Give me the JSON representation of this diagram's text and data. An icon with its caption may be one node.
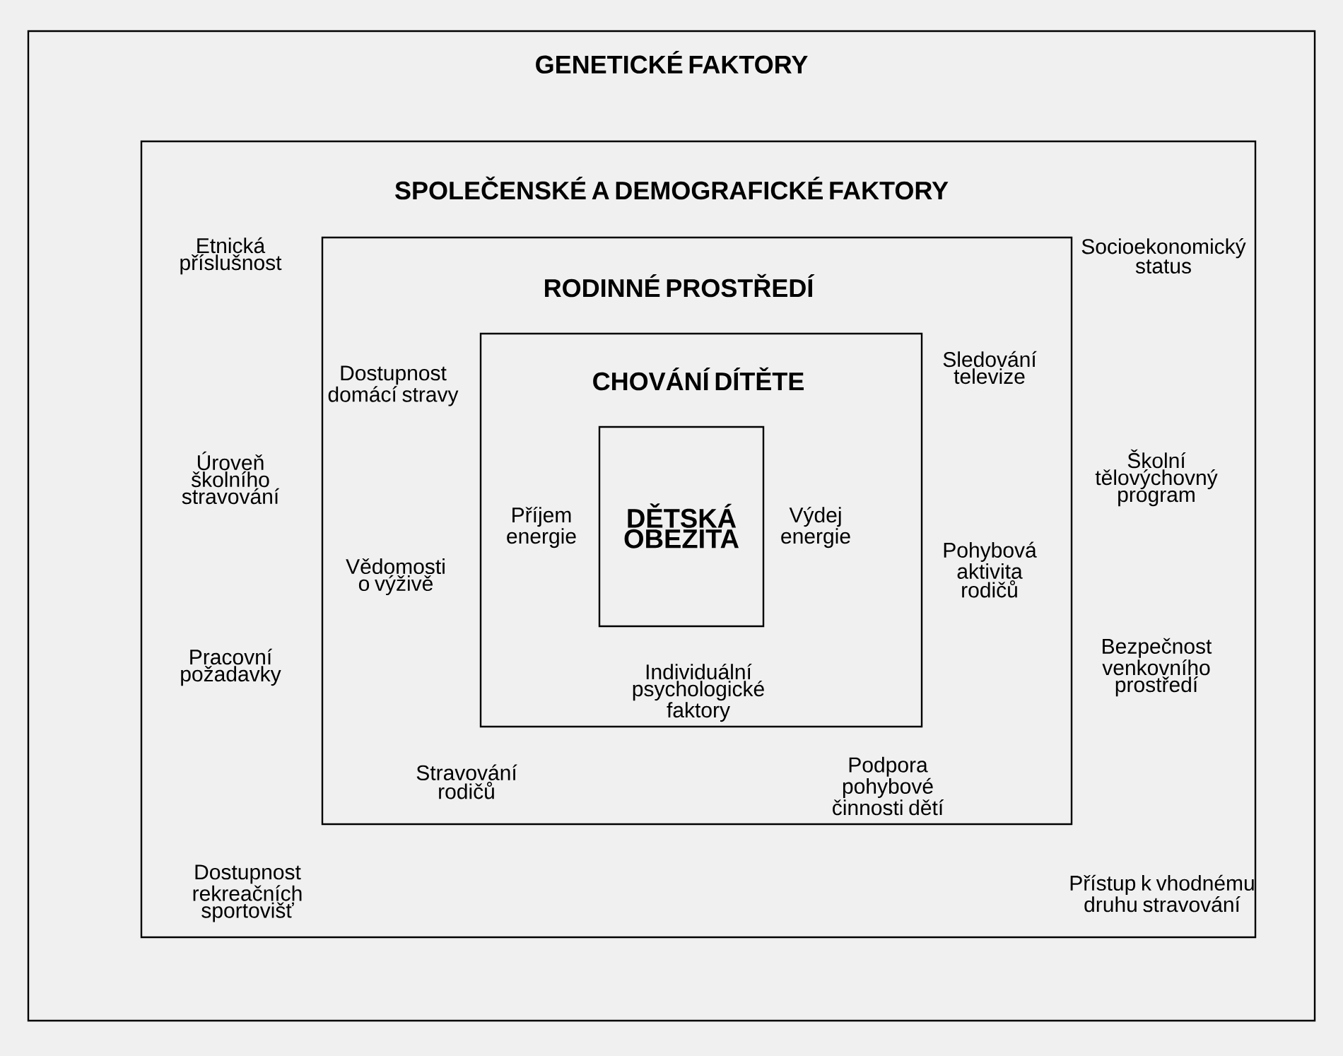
{
  "diagram": {
    "nodes": [
      {
        "text": [
          "GENETICKÉ FAKTORY"
        ]
      },
      {
        "text": [
          "SPOLEČENSKÉ A DEMOGRAFICKÉ FAKTORY",
          "Etnická příslušnost",
          "Úroveň školního stravování",
          "Pracovní požadavky",
          "Dostupnost rekreačních sportovišť",
          "Socioekonomický status",
          "Školní tělovýchovný program",
          "Bezpečnost venkovního prostředí",
          "Přístup k vhodnému druhu stravování"
        ],
        "in": 0
      },
      {
        "text": [
          "RODINNÉ PROSTŘEDÍ",
          "Dostupnost domácí stravy",
          "Vědomosti o výživě",
          "Stravování rodičů",
          "Sledování televize",
          "Pohybová aktivita rodičů",
          "Podpora pohybové činnosti dětí"
        ],
        "in": 1
      },
      {
        "text": [
          "CHOVÁNÍ DÍTĚTE",
          "Příjem energie",
          "Výdej energie",
          "Individuální psychologické faktory"
        ],
        "in": 2
      },
      {
        "text": [
          "DĚTSKÁ OBEZITA"
        ],
        "in": 3
      }
    ]
  }
}
